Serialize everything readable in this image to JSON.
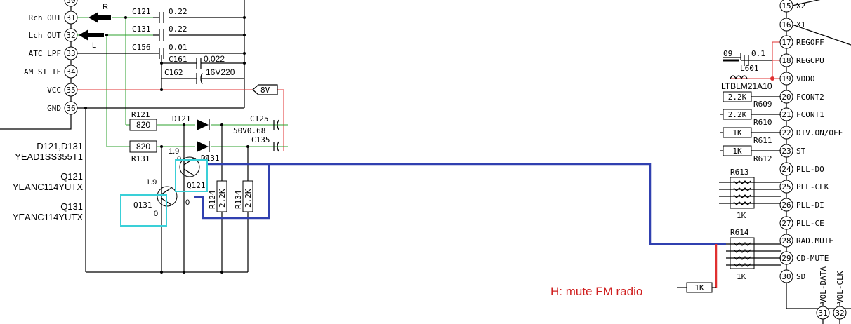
{
  "ic_left": {
    "pins": [
      {
        "num": "30",
        "label": ""
      },
      {
        "num": "31",
        "label": "Rch OUT"
      },
      {
        "num": "32",
        "label": "Lch OUT"
      },
      {
        "num": "33",
        "label": "ATC LPF"
      },
      {
        "num": "34",
        "label": "AM ST IF"
      },
      {
        "num": "35",
        "label": "VCC"
      },
      {
        "num": "36",
        "label": "GND"
      }
    ]
  },
  "arrows": {
    "r": "R",
    "l": "L"
  },
  "caps": {
    "c121": "C121",
    "c121_val": "0.22",
    "c131": "C131",
    "c131_val": "0.22",
    "c156": "C156",
    "c156_val": "0.01",
    "c161": "C161",
    "c161_val": "0.022",
    "c162": "C162",
    "c162_val": "16V220",
    "c125": "C125",
    "c125_val": "50V0.68",
    "c135": "C135"
  },
  "supply": "8V",
  "resistors": {
    "r121": "R121",
    "r121_val": "820",
    "r131": "R131",
    "r131_val": "820",
    "r124": "R124",
    "r124_val": "2.2K",
    "r134": "R134",
    "r134_val": "2.2K"
  },
  "diodes": {
    "d121": "D121",
    "d131": "D131"
  },
  "transistors": {
    "q121": "Q121",
    "q131": "Q131",
    "v_19_a": "1.9",
    "v_19_b": "1.9",
    "v_0_a": "0",
    "v_0_b": "0",
    "v_0_c": "0",
    "v_0_d": "0"
  },
  "parts_list": [
    {
      "ref": "D121,D131",
      "part": "YEAD1SS355T1"
    },
    {
      "ref": "Q121",
      "part": "YEANC114YUTX"
    },
    {
      "ref": "Q131",
      "part": "YEANC114YUTX"
    }
  ],
  "ic_right": {
    "pins": [
      {
        "num": "15",
        "label": "X2"
      },
      {
        "num": "16",
        "label": "X1"
      },
      {
        "num": "17",
        "label": "REGOFF"
      },
      {
        "num": "18",
        "label": "REGCPU"
      },
      {
        "num": "19",
        "label": "VDDO"
      },
      {
        "num": "20",
        "label": "FCONT2"
      },
      {
        "num": "21",
        "label": "FCONT1"
      },
      {
        "num": "22",
        "label": "DIV.ON/OFF"
      },
      {
        "num": "23",
        "label": "ST"
      },
      {
        "num": "24",
        "label": "PLL-DO"
      },
      {
        "num": "25",
        "label": "PLL-CLK"
      },
      {
        "num": "26",
        "label": "PLL-DI"
      },
      {
        "num": "27",
        "label": "PLL-CE"
      },
      {
        "num": "28",
        "label": "RAD.MUTE"
      },
      {
        "num": "29",
        "label": "CD-MUTE"
      },
      {
        "num": "30",
        "label": "SD"
      }
    ],
    "bottom_pins": [
      {
        "num": "31",
        "label": "VOL-DATA"
      },
      {
        "num": "32",
        "label": "VOL-CLK"
      }
    ]
  },
  "right_parts": {
    "c09": "09",
    "c09_val": "0.1",
    "l601": "L601",
    "ltb": "LTBLM21A10",
    "r608_val": "2.2K",
    "r609": "R609",
    "r609_val": "2.2K",
    "r610": "R610",
    "r610_val": "1K",
    "r611": "R611",
    "r611_val": "1K",
    "r612": "R612",
    "r613": "R613",
    "r613_val": "1K",
    "r614": "R614",
    "r614_val": "1K",
    "mute_res_val": "1K"
  },
  "annotation": "H: mute FM radio"
}
